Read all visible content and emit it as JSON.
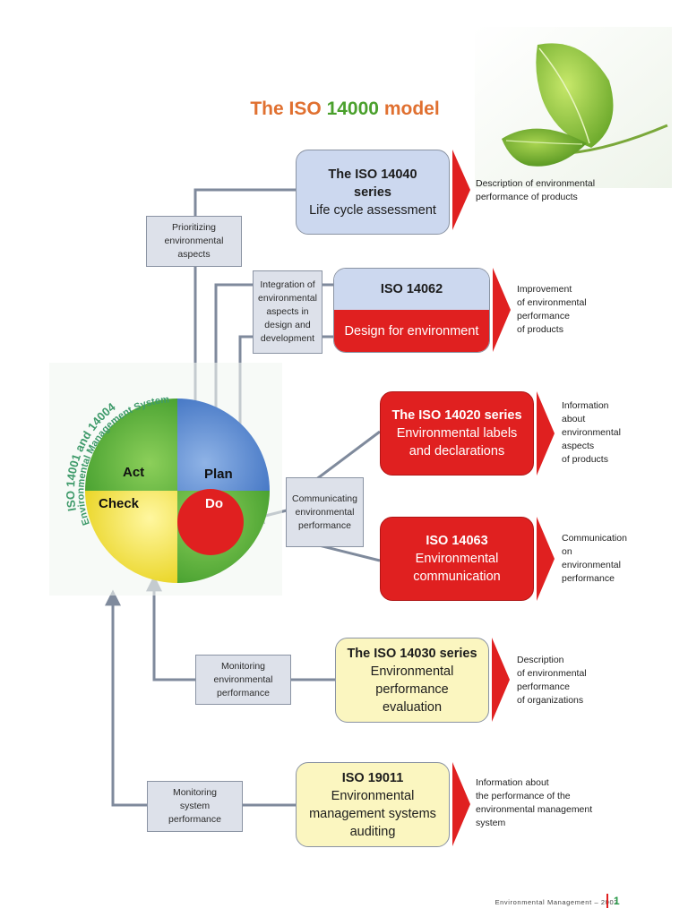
{
  "title": {
    "part1": "The",
    "part2": "ISO",
    "part3": "14000",
    "part4": "model"
  },
  "cycle": {
    "arc_line1": "ISO 14001 and 14004",
    "arc_line2": "Environmental Management System",
    "act": "Act",
    "plan": "Plan",
    "check": "Check",
    "do": "Do"
  },
  "labels": {
    "prioritizing": [
      "Prioritizing",
      "environmental",
      "aspects"
    ],
    "integration": [
      "Integration of",
      "environmental",
      "aspects in",
      "design and",
      "development"
    ],
    "communicating": [
      "Communicating",
      "environmental",
      "performance"
    ],
    "monitoring_env": [
      "Monitoring",
      "environmental",
      "performance"
    ],
    "monitoring_sys": [
      "Monitoring",
      "system",
      "performance"
    ]
  },
  "cards": {
    "iso14040": {
      "line1": "The ISO 14040",
      "line2": "series",
      "line3": "Life cycle assessment"
    },
    "iso14062": {
      "line1": "ISO 14062",
      "line2": "Design for environment"
    },
    "iso14020": {
      "line1": "The ISO 14020 series",
      "line2": "Environmental labels",
      "line3": "and declarations"
    },
    "iso14063": {
      "line1": "ISO 14063",
      "line2": "Environmental",
      "line3": "communication"
    },
    "iso14030": {
      "line1": "The ISO 14030 series",
      "line2": "Environmental",
      "line3": "performance",
      "line4": "evaluation"
    },
    "iso19011": {
      "line1": "ISO 19011",
      "line2": "Environmental",
      "line3": "management systems",
      "line4": "auditing"
    }
  },
  "descriptions": {
    "d14040": [
      "Description of environmental",
      "performance of products"
    ],
    "d14062": [
      "Improvement",
      "of environmental",
      "performance",
      "of products"
    ],
    "d14020": [
      "Information",
      "about",
      "environmental",
      "aspects",
      "of products"
    ],
    "d14063": [
      "Communication",
      "on",
      "environmental",
      "performance"
    ],
    "d14030": [
      "Description",
      "of environmental",
      "performance",
      "of organizations"
    ],
    "d19011": [
      "Information about",
      "the performance of the",
      "environmental management",
      "system"
    ]
  },
  "footer": {
    "text": "Environmental Management – 2002",
    "page": "1"
  },
  "colors": {
    "title_orange": "#e07030",
    "title_green": "#4aa02c",
    "card_blue": "#ccd8ef",
    "card_red": "#e02020",
    "card_yellow": "#fbf6c0",
    "connector": "#7f8a9c",
    "arrow_red": "#e02020"
  },
  "icons": {
    "leaf": "leaf-icon"
  }
}
